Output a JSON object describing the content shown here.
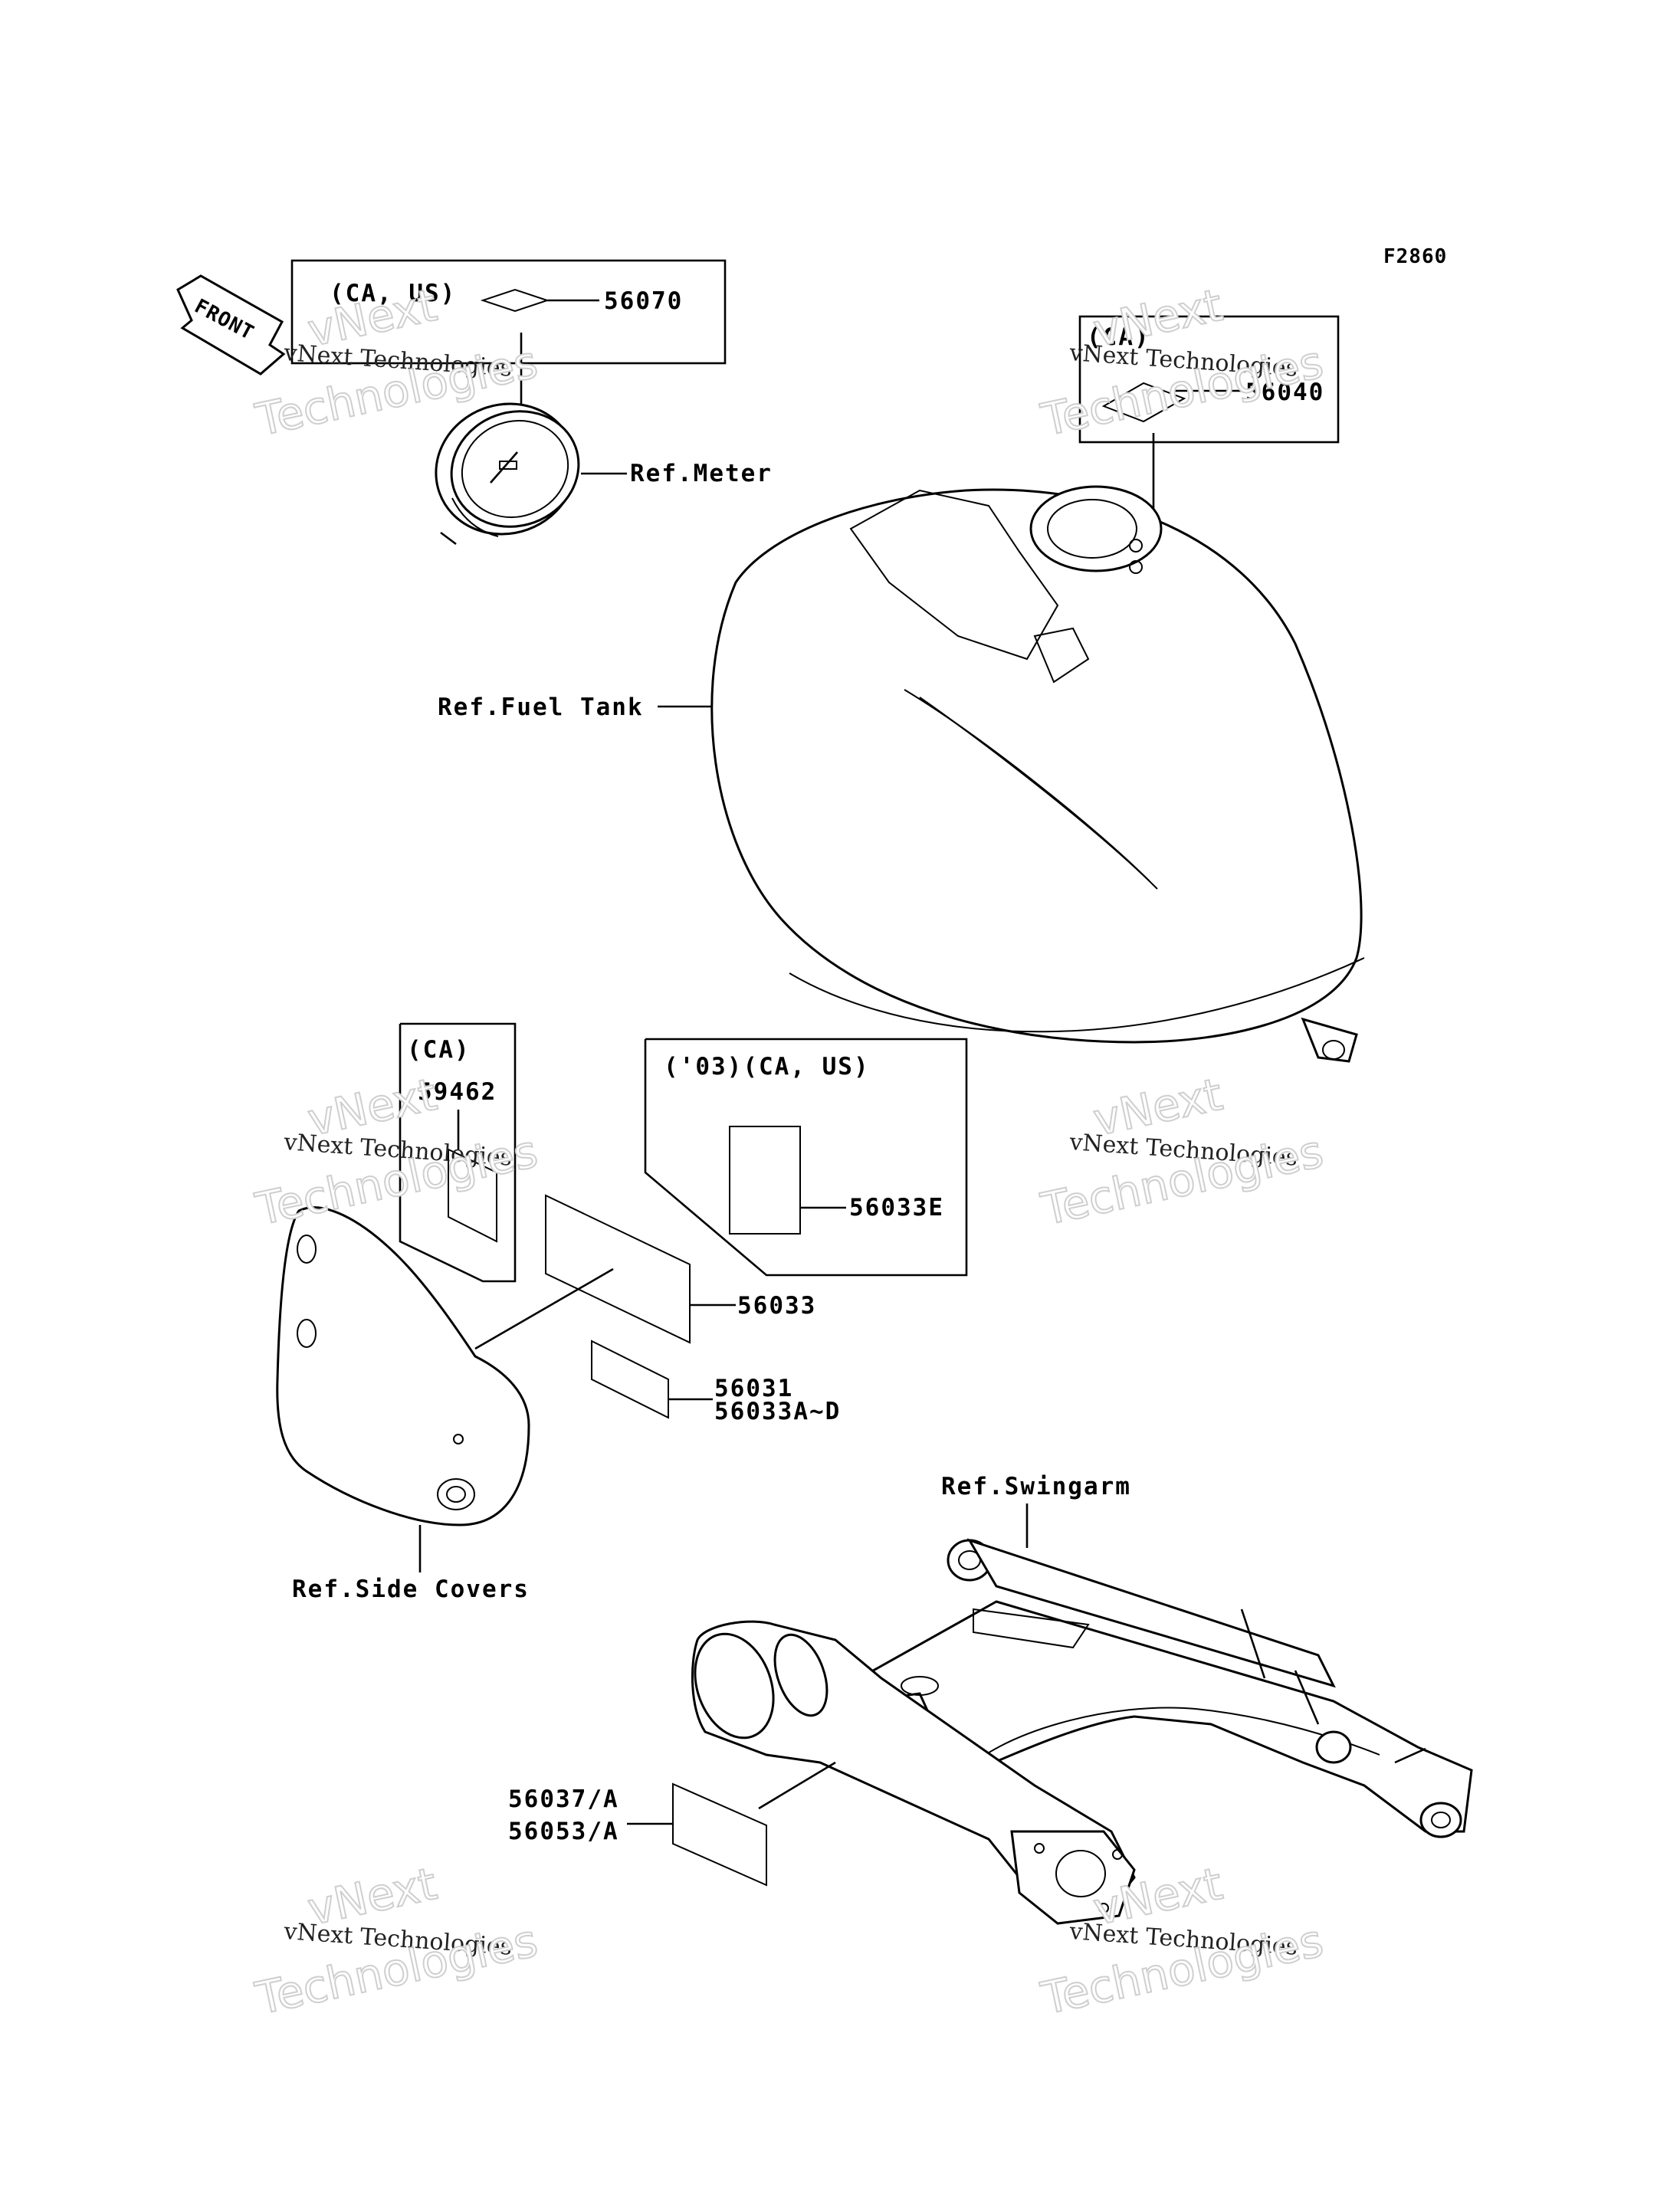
{
  "figure_code": "F2860",
  "front_arrow_label": "FRONT",
  "watermark": {
    "line1": "vNext Technologies",
    "line2": "vNext",
    "line3": "Technologies"
  },
  "boxes": {
    "meter_label_group": {
      "region": "(CA, US)",
      "part": "56070"
    },
    "tank_label_group": {
      "region": "(CA)",
      "part": "56040"
    },
    "side_cover_group": {
      "region": "(CA)",
      "part": "59462"
    },
    "year_group": {
      "region": "('03)(CA, US)",
      "part": "56033E"
    }
  },
  "callouts": {
    "ref_meter": "Ref.Meter",
    "ref_fuel_tank": "Ref.Fuel Tank",
    "ref_side_covers": "Ref.Side Covers",
    "ref_swingarm": "Ref.Swingarm",
    "p56033": "56033",
    "p56031": "56031",
    "p56033ad": "56033A~D",
    "p56037": "56037/A",
    "p56053": "56053/A"
  }
}
